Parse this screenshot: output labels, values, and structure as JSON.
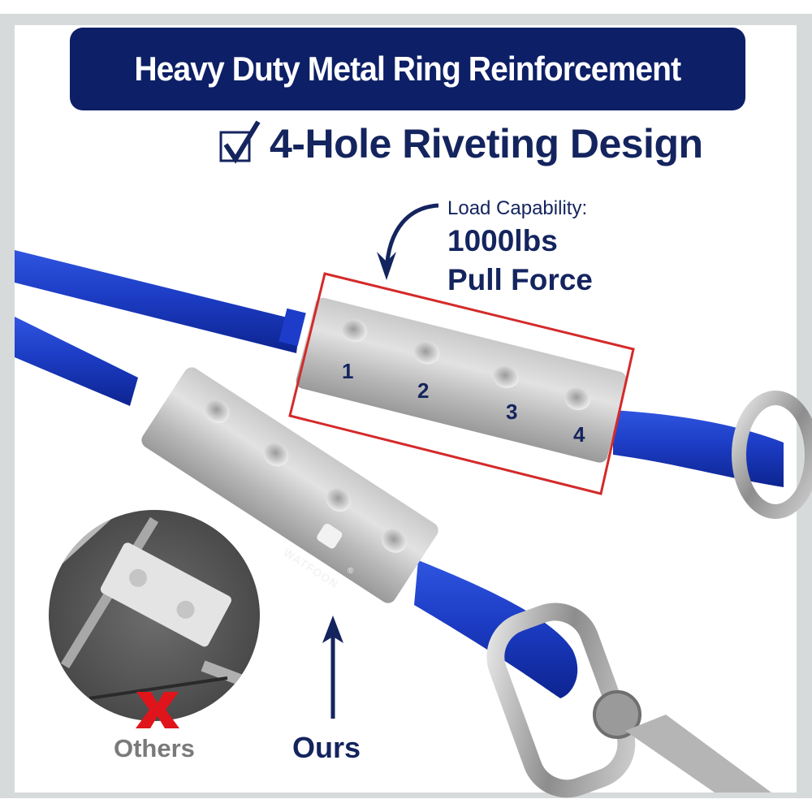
{
  "header": {
    "title": "Heavy Duty Metal Ring Reinforcement",
    "subtitle": "4-Hole Riveting Design",
    "subtitle_icon": "checkbox-checked-icon"
  },
  "callout": {
    "label": "Load Capability:",
    "value": "1000lbs",
    "detail": "Pull Force",
    "icon": "curved-arrow-down-icon"
  },
  "rivet_holes": [
    "1",
    "2",
    "3",
    "4"
  ],
  "brand": {
    "logo_text": "WATFOON",
    "mark": "®"
  },
  "comparison": {
    "others_label": "Others",
    "others_icon": "red-x-icon",
    "ours_label": "Ours",
    "ours_icon": "arrow-up-icon"
  },
  "colors": {
    "navy": "#0d1f66",
    "cable_blue": "#1a3fc4",
    "highlight_red": "#d42a2a",
    "frame_grey": "#d6dadb"
  }
}
